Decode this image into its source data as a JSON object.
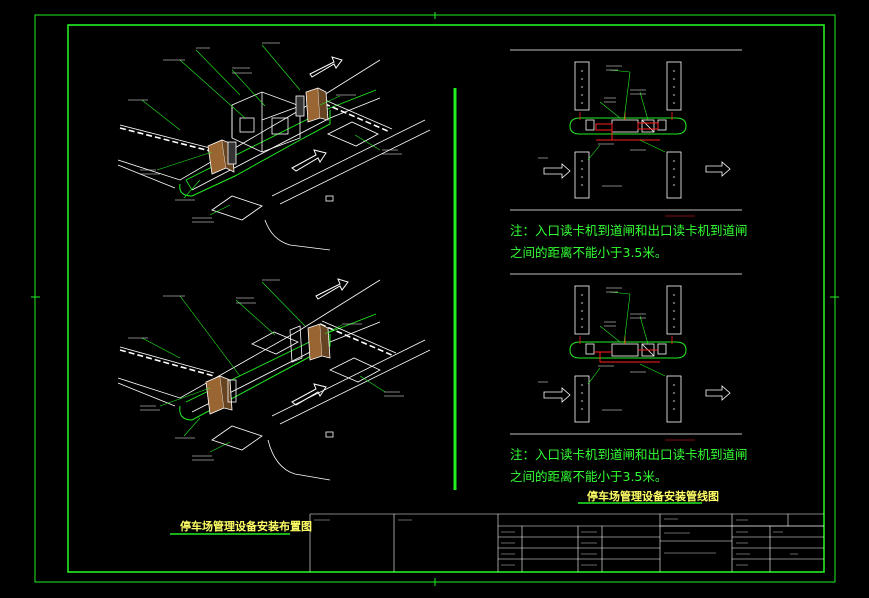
{
  "left_title": "停车场管理设备安装布置图",
  "right_title": "停车场管理设备安装管线图",
  "note_top": {
    "line1": "注：入口读卡机到道闸和出口读卡机到道闸",
    "line2": "之间的距离不能小于3.5米。"
  },
  "note_bottom": {
    "line1": "注：入口读卡机到道闸和出口读卡机到道闸",
    "line2": "之间的距离不能小于3.5米。"
  },
  "colors": {
    "frame": "#22ee22",
    "linework": "#ffffff",
    "title": "#ffff66",
    "note": "#33ff33",
    "conduit": "#ff2020"
  }
}
